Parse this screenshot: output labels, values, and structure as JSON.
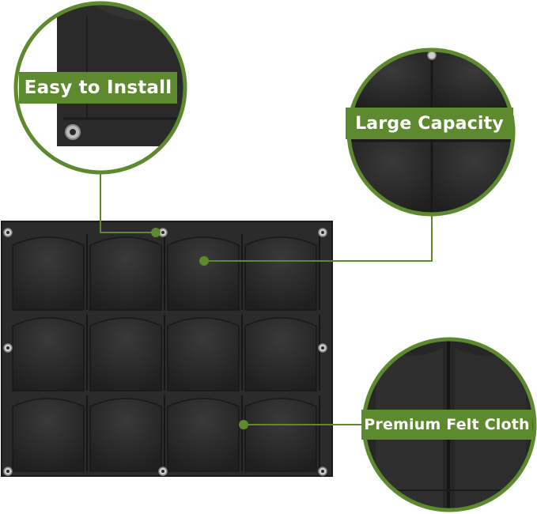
{
  "callouts": {
    "install": {
      "label": "Easy to Install"
    },
    "capacity": {
      "label": "Large Capacity"
    },
    "felt": {
      "label": "Premium Felt Cloth"
    }
  },
  "product": {
    "pocket_rows": 3,
    "pocket_columns": 4,
    "color": "#2a2a2a"
  },
  "colors": {
    "accent_green": "#5d8a2e",
    "felt_dark": "#2a2a2a",
    "background": "#ffffff"
  }
}
